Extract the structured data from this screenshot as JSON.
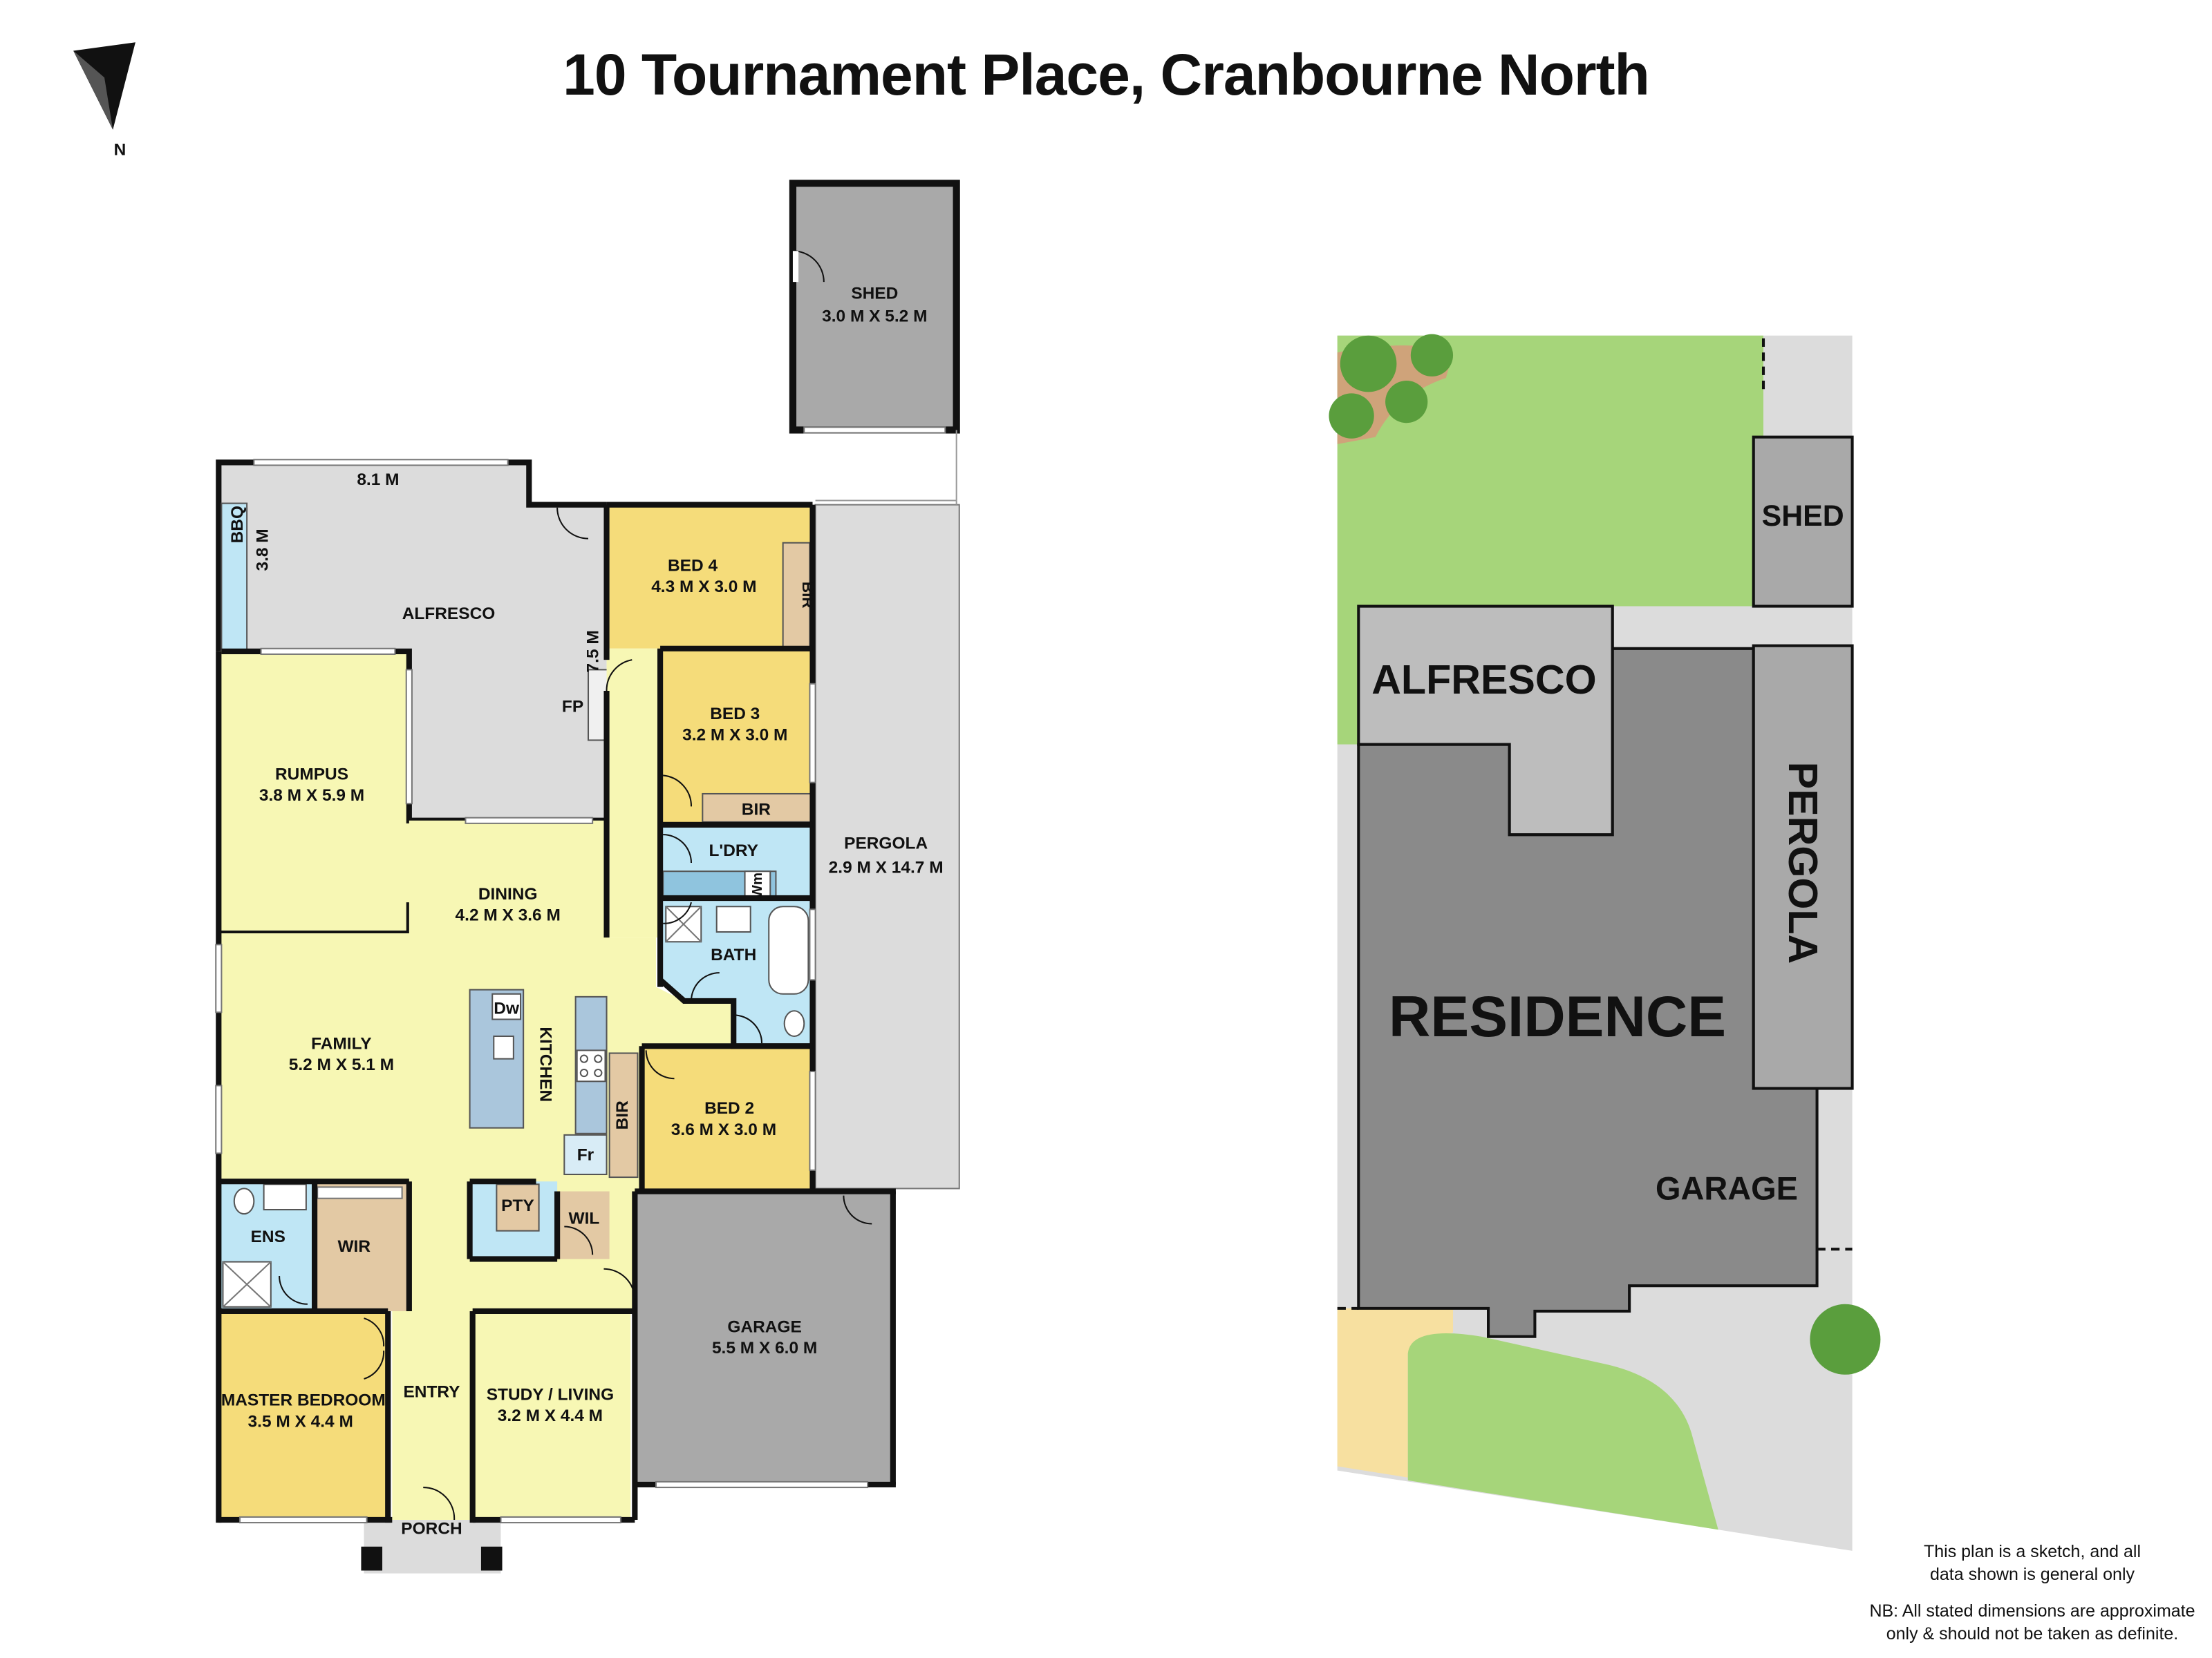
{
  "title": "10 Tournament Place, Cranbourne North",
  "north_label": "N",
  "floor_plan": {
    "rooms": {
      "shed": {
        "name": "SHED",
        "dims": "3.0 M X 5.2 M"
      },
      "alfresco": {
        "name": "ALFRESCO",
        "width": "8.1 M",
        "depth": "3.8 M",
        "side": "7.5 M"
      },
      "bbq": "BBQ",
      "fp": "FP",
      "bed4": {
        "name": "BED 4",
        "dims": "4.3 M X 3.0 M"
      },
      "bed3": {
        "name": "BED 3",
        "dims": "3.2 M X 3.0 M"
      },
      "bir": "BIR",
      "rumpus": {
        "name": "RUMPUS",
        "dims": "3.8 M X 5.9 M"
      },
      "dining": {
        "name": "DINING",
        "dims": "4.2 M X 3.6 M"
      },
      "ldry": "L'DRY",
      "wm": "Wm",
      "pergola": {
        "name": "PERGOLA",
        "dims": "2.9 M X 14.7 M"
      },
      "bath": "BATH",
      "family": {
        "name": "FAMILY",
        "dims": "5.2 M X 5.1 M"
      },
      "dw": "Dw",
      "kitchen": "KITCHEN",
      "fr": "Fr",
      "bed2": {
        "name": "BED 2",
        "dims": "3.6 M X 3.0 M"
      },
      "ens": "ENS",
      "wir": "WIR",
      "pty": "PTY",
      "wil": "WIL",
      "garage": {
        "name": "GARAGE",
        "dims": "5.5 M X 6.0 M"
      },
      "master": {
        "name": "MASTER BEDROOM",
        "dims": "3.5 M X 4.4 M"
      },
      "entry": "ENTRY",
      "study": {
        "name": "STUDY / LIVING",
        "dims": "3.2 M X 4.4 M"
      },
      "porch": "PORCH"
    }
  },
  "site_plan": {
    "shed": "SHED",
    "alfresco": "ALFRESCO",
    "pergola": "PERGOLA",
    "residence": "RESIDENCE",
    "garage": "GARAGE"
  },
  "disclaimer": {
    "line1": "This plan is a sketch, and all",
    "line2": "data shown is general only",
    "line3": "NB: All stated dimensions are approximate",
    "line4": "only & should not be taken as definite."
  },
  "colors": {
    "wall": "#111111",
    "outdoor": "#dcdcdc",
    "living": "#f7f7b4",
    "bedroom": "#f5dc7a",
    "wet": "#bfe6f5",
    "storage": "#e3c9a4",
    "garage": "#a9a9a9",
    "lawn": "#a6d57a",
    "site_residence": "#8a8a8a"
  }
}
